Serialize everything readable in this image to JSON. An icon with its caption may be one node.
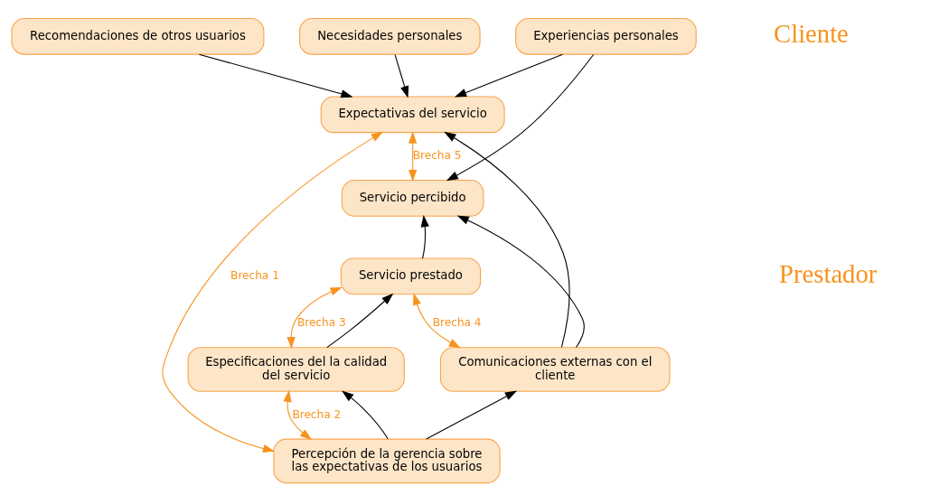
{
  "diagram": {
    "nodes": [
      {
        "text": [
          "Recomendaciones de otros usuarios"
        ]
      },
      {
        "text": [
          "Necesidades personales"
        ]
      },
      {
        "text": [
          "Experiencias personales"
        ]
      },
      {
        "text": [
          "Expectativas del servicio"
        ]
      },
      {
        "text": [
          "Servicio percibido"
        ]
      },
      {
        "text": [
          "Servicio prestado"
        ]
      },
      {
        "text": [
          "Especificaciones del la calidad del servicio"
        ]
      },
      {
        "text": [
          "Comunicaciones externas con el cliente"
        ]
      },
      {
        "text": [
          "Percepción de la gerencia sobre las expectativas de los usuarios"
        ]
      }
    ],
    "edges": [
      {
        "from": 0,
        "to": 3,
        "arrow": "to"
      },
      {
        "from": 1,
        "to": 3,
        "arrow": "to"
      },
      {
        "from": 2,
        "to": 3,
        "arrow": "to"
      },
      {
        "from": 2,
        "to": 4,
        "arrow": "to"
      },
      {
        "from": 7,
        "to": 3,
        "arrow": "to"
      },
      {
        "from": 7,
        "to": 4,
        "arrow": "to"
      },
      {
        "from": 3,
        "to": 4,
        "arrow": "both",
        "label": "Brecha 5",
        "color": "#f7931e"
      },
      {
        "from": 5,
        "to": 4,
        "arrow": "to"
      },
      {
        "from": 5,
        "to": 6,
        "arrow": "both",
        "label": "Brecha 3",
        "color": "#f7931e"
      },
      {
        "from": 6,
        "to": 5,
        "arrow": "to"
      },
      {
        "from": 6,
        "to": 8,
        "arrow": "both",
        "label": "Brecha 2",
        "color": "#f7931e"
      },
      {
        "from": 8,
        "to": 6,
        "arrow": "to"
      },
      {
        "from": 8,
        "to": 7,
        "arrow": "to"
      },
      {
        "from": 3,
        "to": 8,
        "arrow": "both",
        "label": "Brecha 1",
        "color": "#f7931e"
      },
      {
        "from": 5,
        "to": 7,
        "arrow": "both",
        "label": "Brecha 4",
        "color": "#f7931e"
      }
    ],
    "labels": [
      "Cliente",
      "Prestador"
    ]
  }
}
